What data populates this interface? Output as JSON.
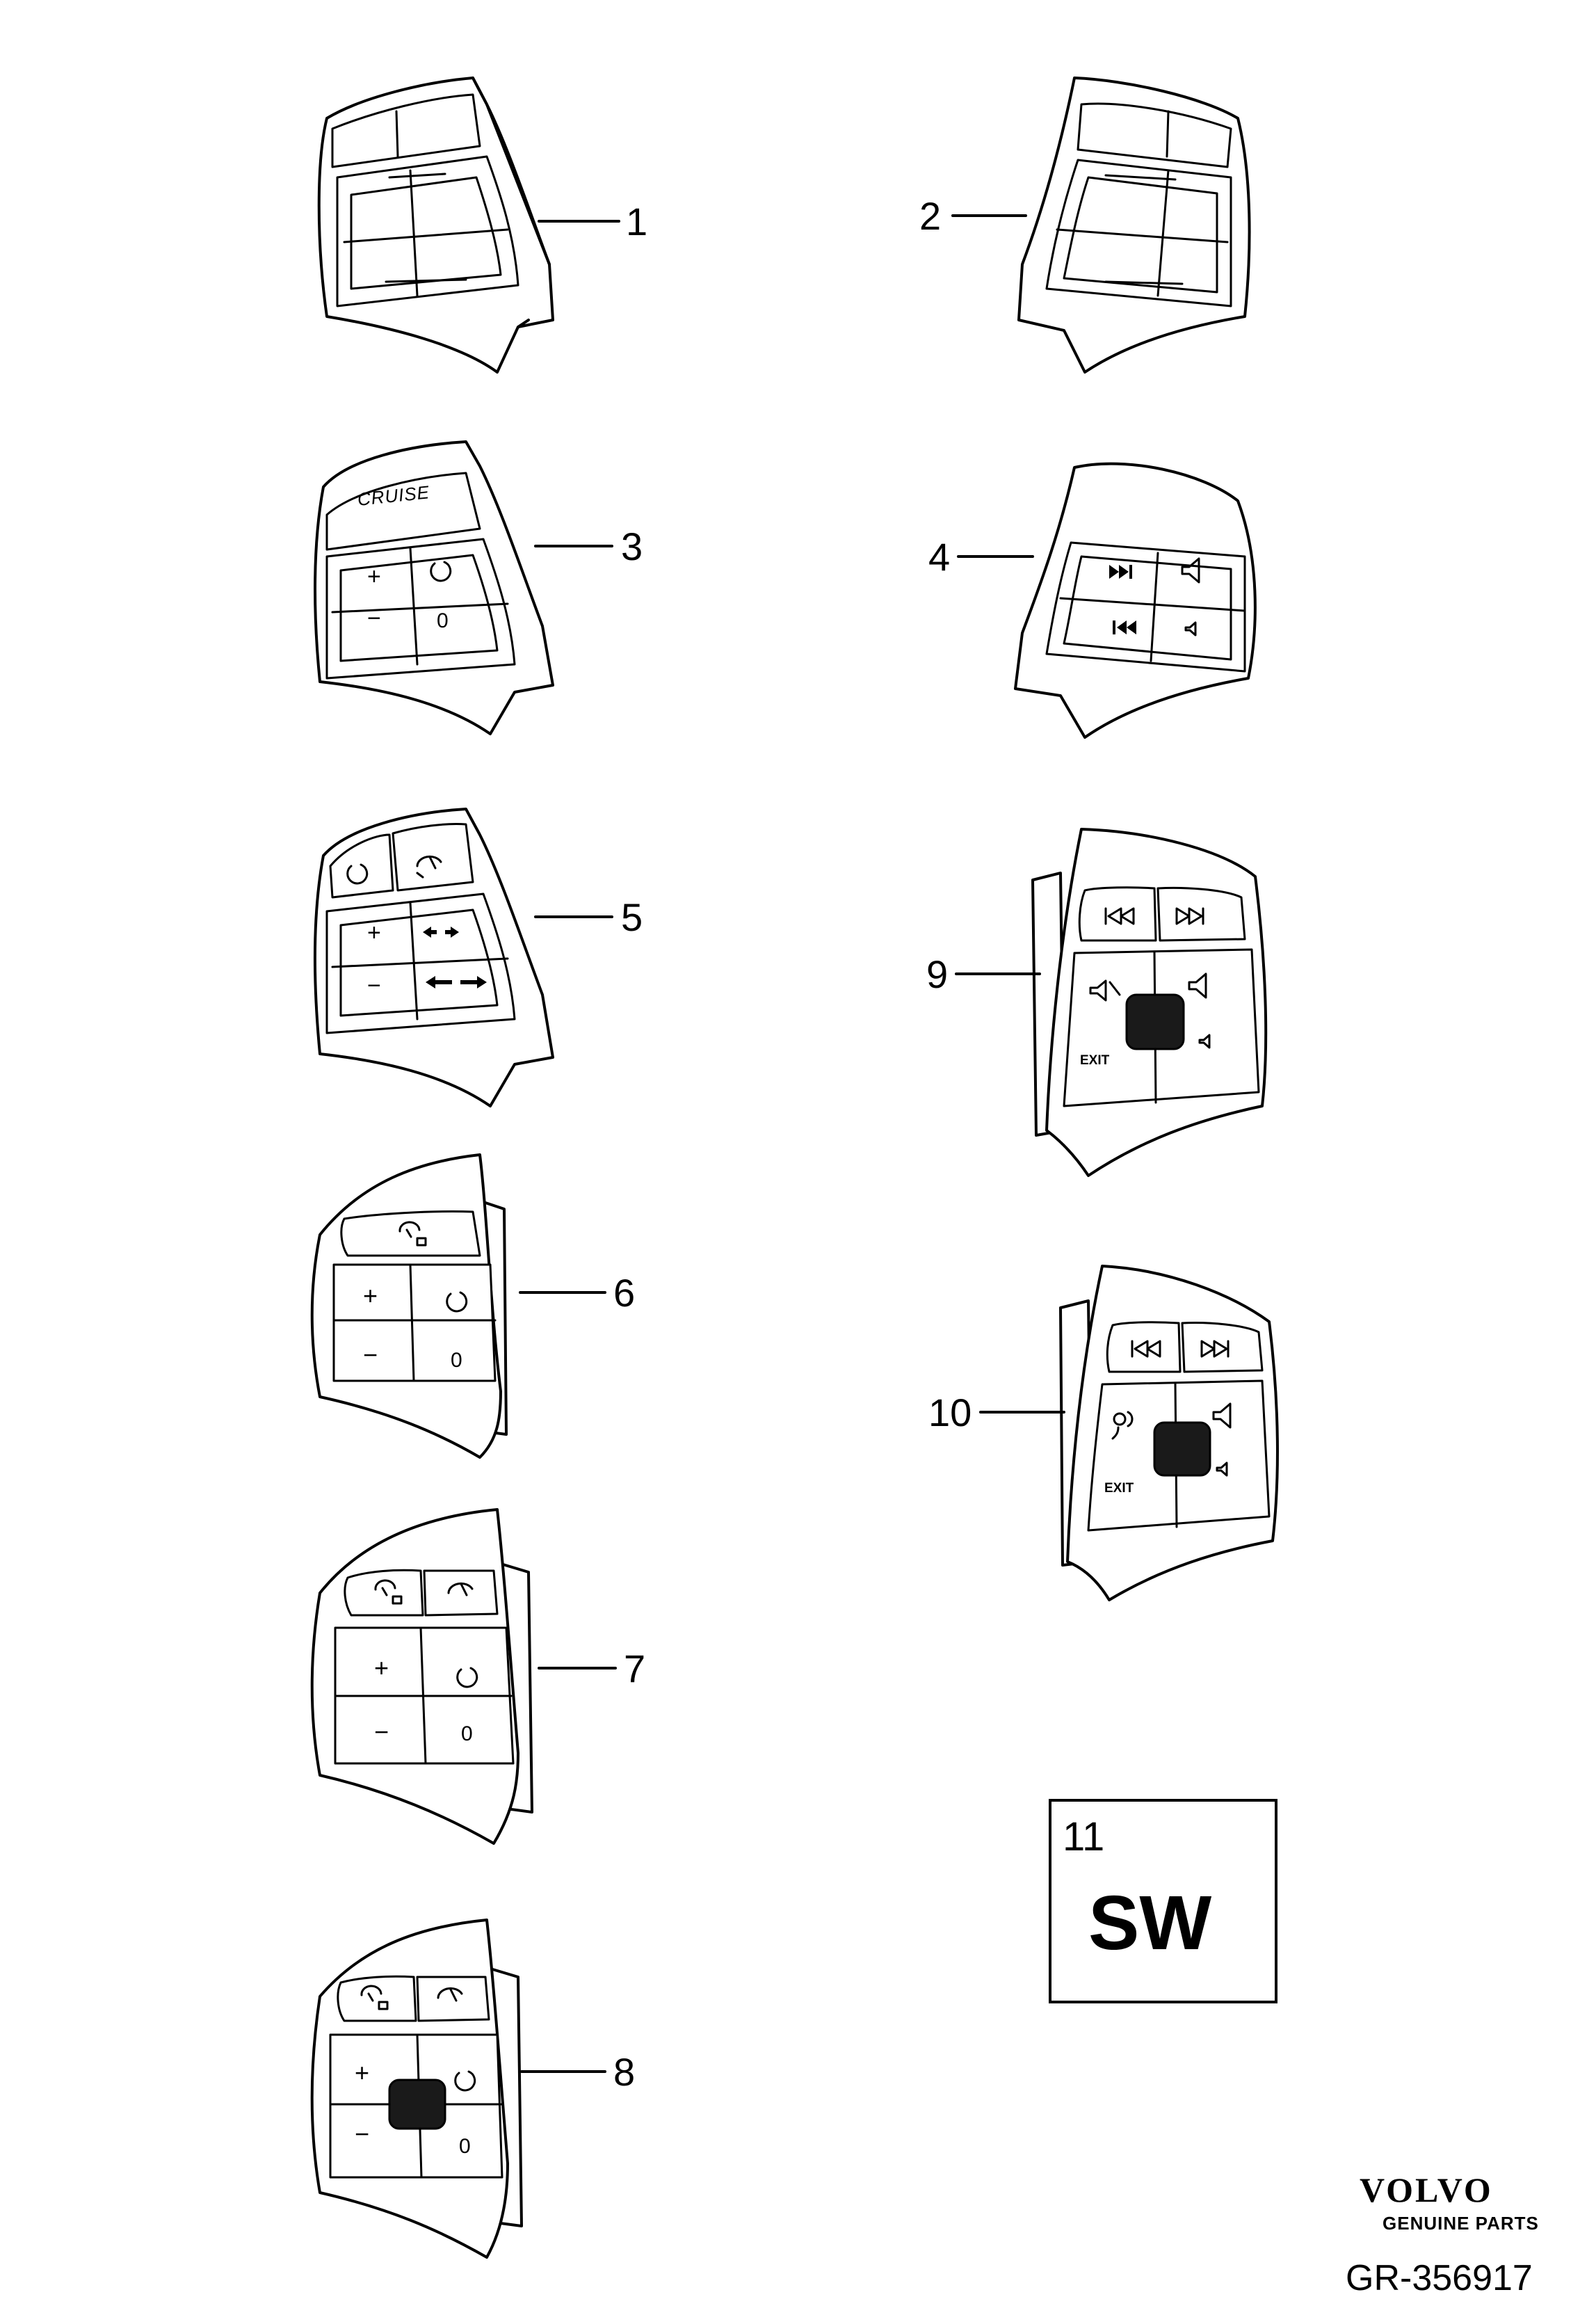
{
  "callouts": {
    "p1": "1",
    "p2": "2",
    "p3": "3",
    "p4": "4",
    "p5": "5",
    "p6": "6",
    "p7": "7",
    "p8": "8",
    "p9": "9",
    "p10": "10"
  },
  "buttons": {
    "cruise": "CRUISE",
    "plus": "+",
    "minus": "−",
    "zero": "0",
    "exit": "EXIT"
  },
  "box": {
    "number": "11",
    "text": "SW"
  },
  "brand": {
    "name": "VOLVO",
    "tagline": "GENUINE PARTS",
    "ref": "GR-356917"
  }
}
